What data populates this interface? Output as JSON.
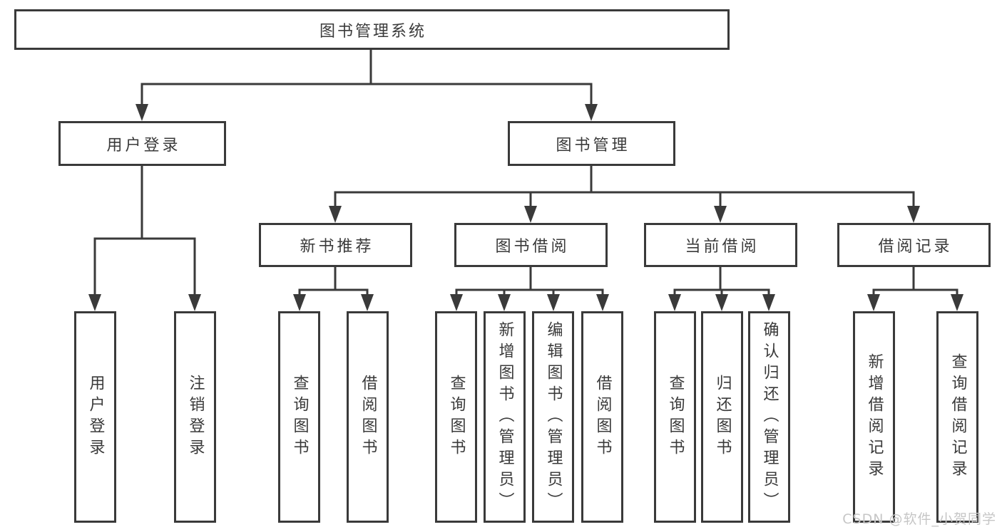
{
  "diagram": {
    "root": {
      "label": "图书管理系统"
    },
    "level2": [
      {
        "label": "用户登录"
      },
      {
        "label": "图书管理"
      }
    ],
    "login_children": [
      "用户登录",
      "注销登录"
    ],
    "groups": [
      {
        "label": "新书推荐",
        "children": [
          "查询图书",
          "借阅图书"
        ]
      },
      {
        "label": "图书借阅",
        "children": [
          "查询图书",
          "新增图书（管理员）",
          "编辑图书（管理员）",
          "借阅图书"
        ]
      },
      {
        "label": "当前借阅",
        "children": [
          "查询图书",
          "归还图书",
          "确认归还（管理员）"
        ]
      },
      {
        "label": "借阅记录",
        "children": [
          "新增借阅记录",
          "查询借阅记录"
        ]
      }
    ]
  },
  "watermark": {
    "text": "CSDN @软件_小贺同学"
  },
  "colors": {
    "line": "#3a3a3a",
    "text": "#3a3a3a",
    "box_fill": "#ffffff",
    "background": "#ffffff",
    "watermark": "#c6c6c6"
  }
}
